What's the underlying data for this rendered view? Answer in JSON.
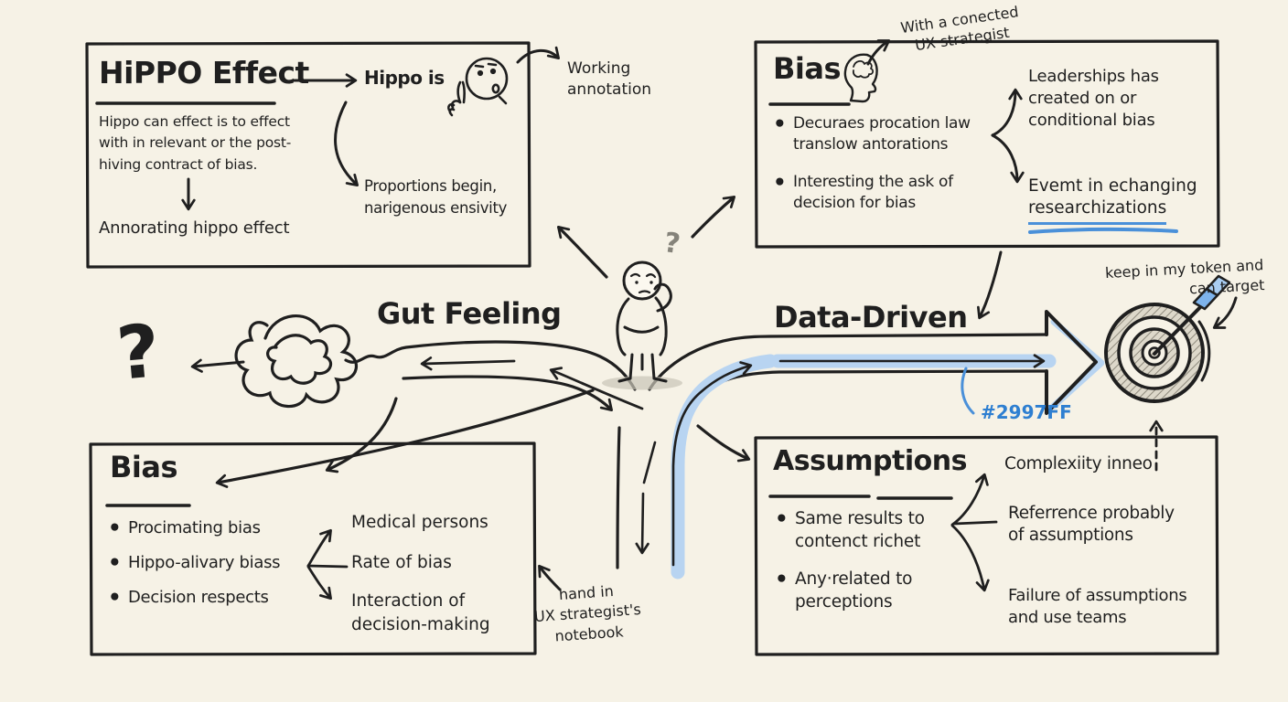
{
  "colors": {
    "background": "#f6f2e6",
    "ink": "#1f1f1f",
    "accent_blue": "#2e7fd1",
    "highlight_blue": "#b8d4f1",
    "underline_blue": "#4a90d9"
  },
  "icons": {
    "hippo_face": "pondering-face-icon",
    "bias_head": "brain-head-icon",
    "center_person": "thinking-person-icon",
    "goal": "dartboard-target-icon",
    "confusion": "tangle-scribble-icon"
  },
  "hippo_box": {
    "title": "HiPPO Effect",
    "aside_label": "Hippo is",
    "body": "Hippo can effect is to effect\nwith in relevant or the post-\nhiving contract of bias.",
    "note": "Annorating hippo effect",
    "branch": "Proportions begin,\nnarigenous ensivity"
  },
  "annotations": {
    "working": "Working\nannotation",
    "ux_callout": "With a conected\nUX strategist",
    "target_note": "keep in my token and\ncan target",
    "notebook_note": "hand in\nUX strategist's\nnotebook",
    "color_code": "#2997FF"
  },
  "bias_top_box": {
    "title": "Bias",
    "bullets": [
      "Decuraes procation law\ntranslow antorations",
      "Interesting the ask of\ndecision for bias"
    ],
    "branch1": "Leaderships has\ncreated on or\nconditional bias",
    "branch2_line1": "Evemt in echanging",
    "branch2_underlined": "researchizations"
  },
  "paths": {
    "left_label": "Gut Feeling",
    "right_label": "Data-Driven",
    "confusion_mark": "?",
    "thought_mark": "?"
  },
  "bias_bottom_box": {
    "title": "Bias",
    "bullets": [
      "Procimating bias",
      "Hippo-alivary biass",
      "Decision respects"
    ],
    "branches": [
      "Medical persons",
      "Rate of bias",
      "Interaction of\ndecision-making"
    ]
  },
  "assumptions_box": {
    "title": "Assumptions",
    "bullets": [
      "Same results to\ncontenct richet",
      "Any·related to\nperceptions"
    ],
    "branches": [
      "Complexiity inneo",
      "Referrence probably\nof assumptions",
      "Failure of assumptions\nand use teams"
    ]
  }
}
